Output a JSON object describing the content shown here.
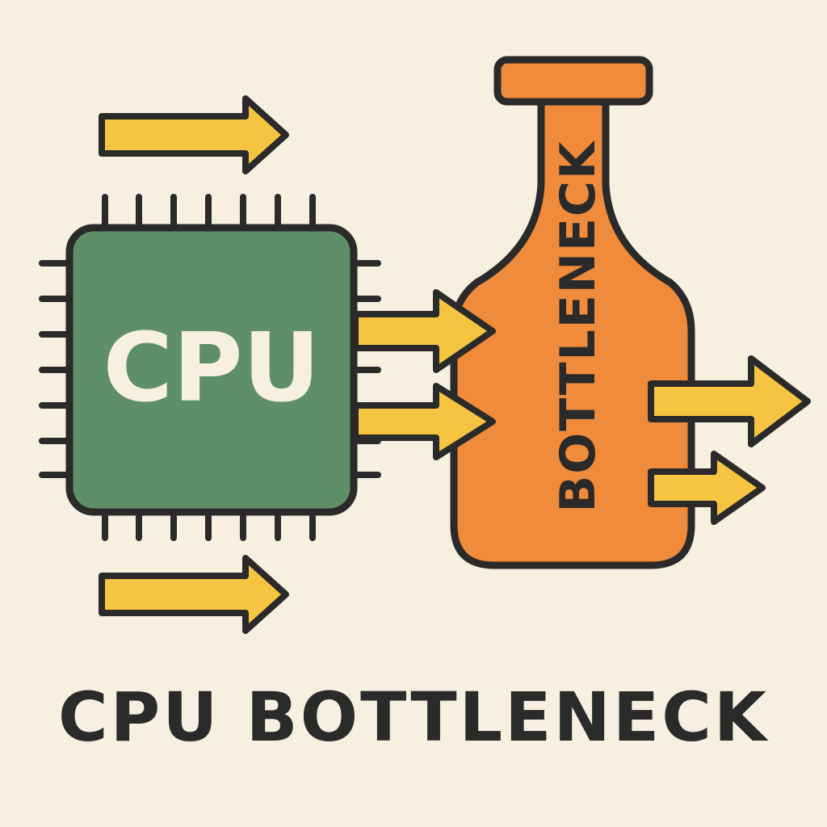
{
  "cpu": {
    "label": "CPU"
  },
  "bottle": {
    "label": "BOTTLENECK"
  },
  "caption": {
    "text": "CPU BOTTLENECK"
  },
  "icons": {
    "chip": "cpu-chip-icon",
    "bottle": "bottle-icon",
    "arrow": "arrow-right-icon"
  },
  "colors": {
    "background": "#f7efe0",
    "outline": "#2a2a2a",
    "cpu_fill": "#5f8f68",
    "cpu_text": "#f7efe0",
    "bottle_fill": "#ef8b3a",
    "arrow_fill": "#f5c542",
    "text": "#2a2a2a"
  }
}
